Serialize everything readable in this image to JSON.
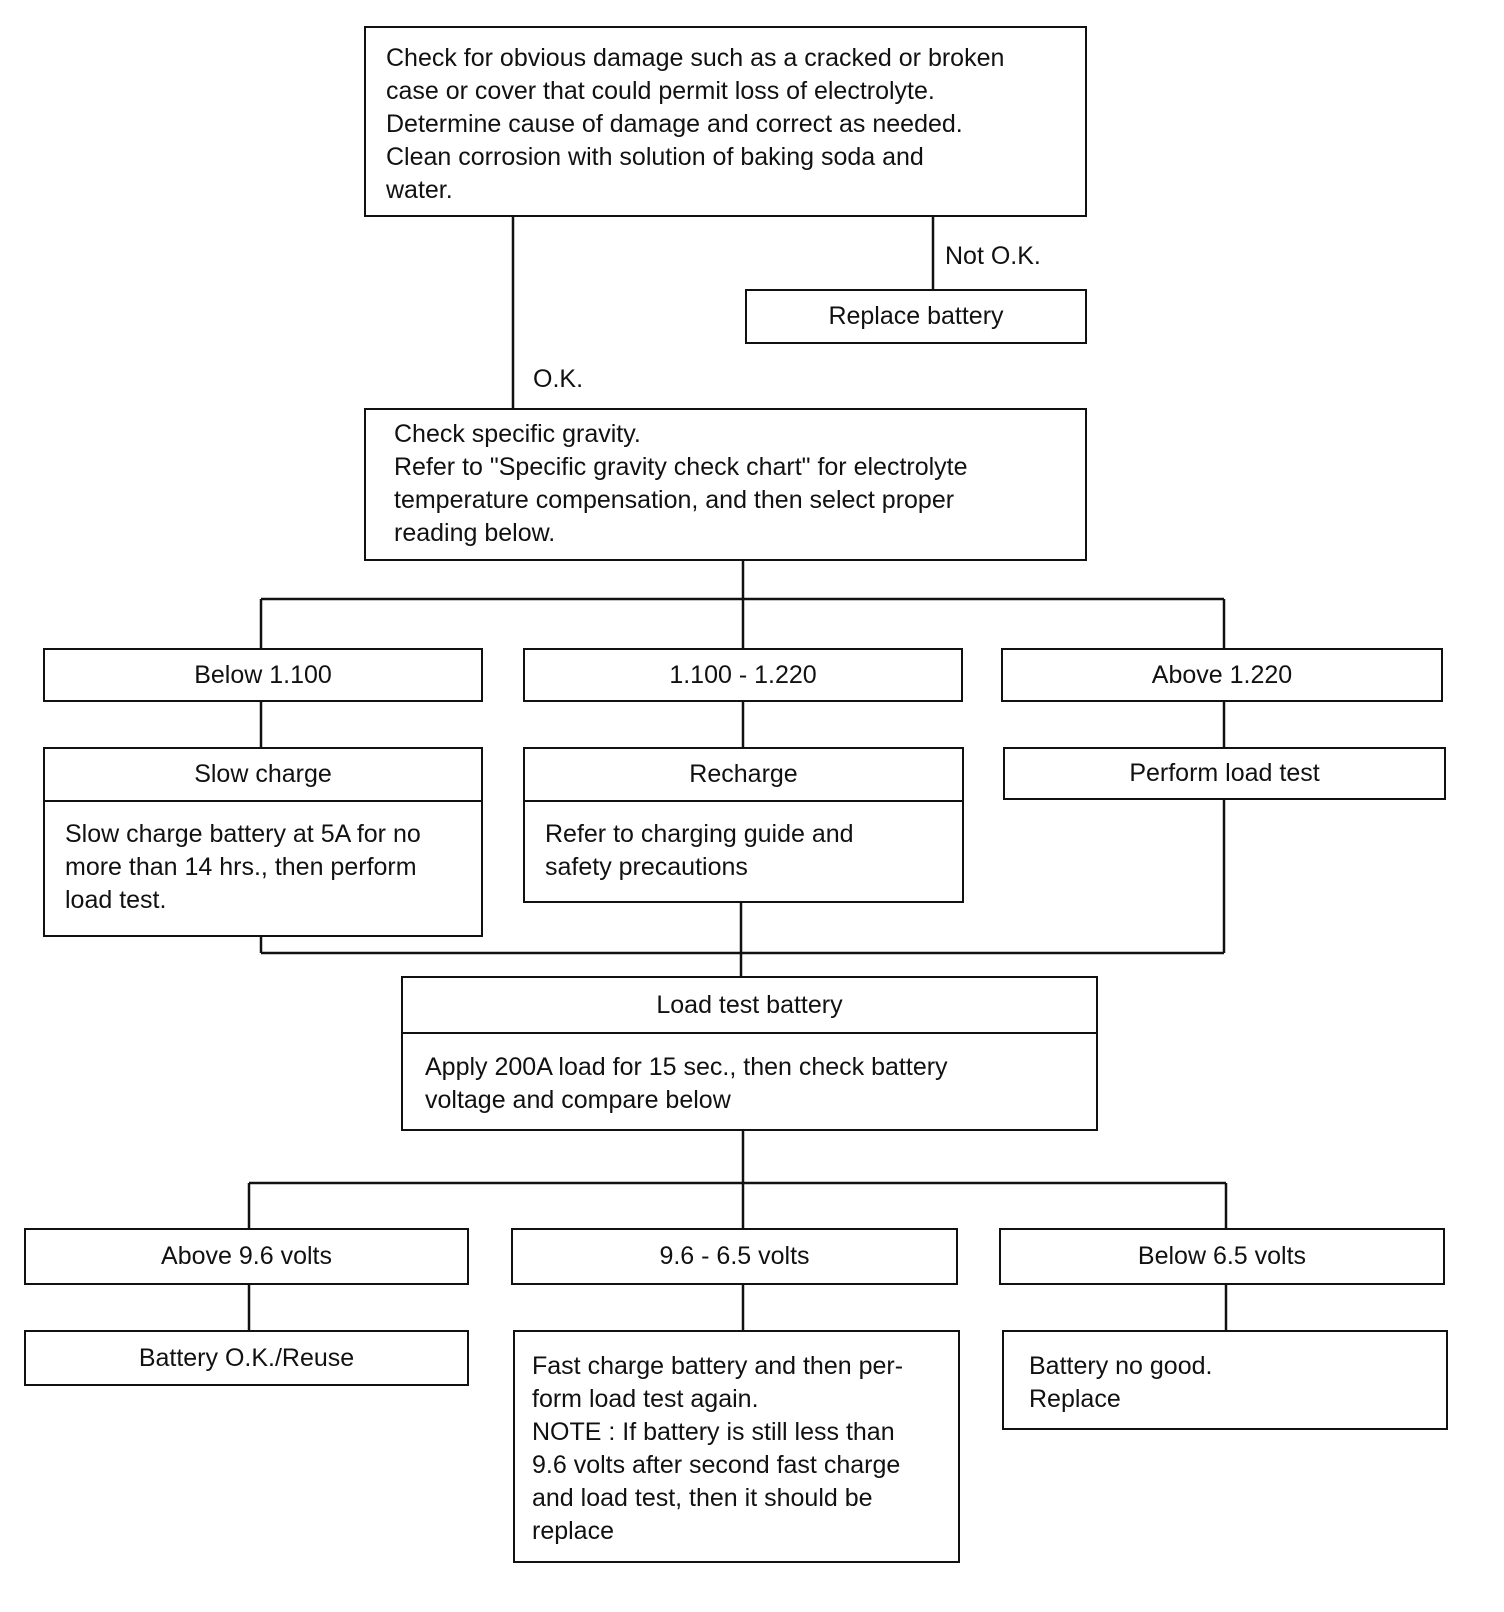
{
  "initial_check": {
    "text": "Check for obvious damage such as a cracked or broken case or cover that could permit loss of electrolyte. Determine cause of damage and correct as needed. Clean corrosion with solution of baking soda and water.",
    "lines": [
      "Check for obvious damage such as a cracked or broken",
      "case or cover that could permit loss of electrolyte.",
      "Determine cause of damage and correct as needed.",
      "Clean corrosion with solution of baking soda and",
      "water."
    ]
  },
  "edges": {
    "not_ok": "Not O.K.",
    "ok": "O.K."
  },
  "replace_battery": "Replace battery",
  "gravity_check": {
    "lines": [
      "Check specific gravity.",
      "Refer to \"Specific gravity check chart\" for electrolyte",
      "temperature compensation, and then select proper",
      "reading below."
    ]
  },
  "gravity_ranges": [
    "Below 1.100",
    "1.100 - 1.220",
    "Above 1.220"
  ],
  "slow_charge": {
    "title": "Slow charge",
    "lines": [
      "Slow charge battery at 5A for no",
      "more than 14 hrs., then perform",
      "load test."
    ]
  },
  "recharge": {
    "title": "Recharge",
    "lines": [
      "Refer to charging guide and",
      "safety precautions"
    ]
  },
  "perform_load_test": "Perform load test",
  "load_test": {
    "title": "Load test battery",
    "lines": [
      "Apply 200A load for 15 sec., then check battery",
      "voltage and compare below"
    ]
  },
  "voltage_ranges": [
    "Above 9.6 volts",
    "9.6 - 6.5 volts",
    "Below 6.5 volts"
  ],
  "battery_ok": "Battery O.K./Reuse",
  "fast_charge": {
    "lines": [
      "Fast charge battery and then per-",
      "form load test again.",
      "NOTE : If battery is still less than",
      "9.6 volts after second fast charge",
      "and load test, then it should be",
      "replace"
    ]
  },
  "battery_no_good": {
    "lines": [
      "Battery no good.",
      "Replace"
    ]
  }
}
